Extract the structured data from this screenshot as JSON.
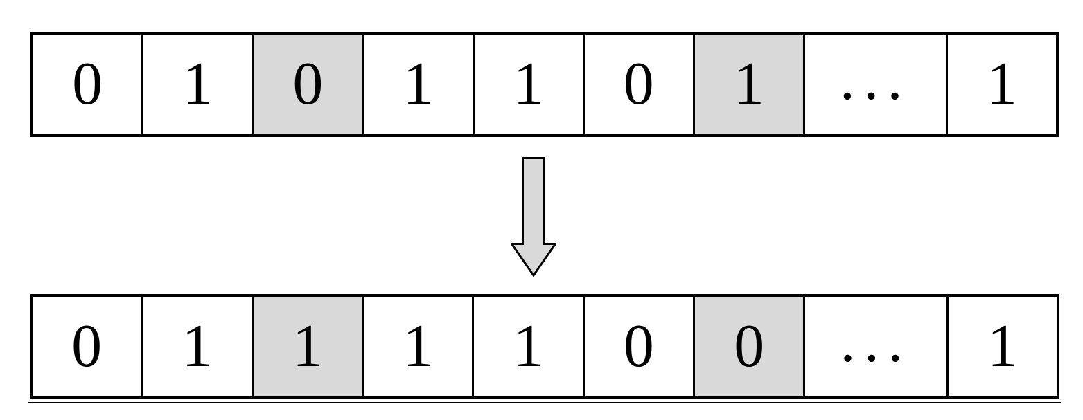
{
  "figure": {
    "description": "Bit-string mutation diagram: two shaded loci flip value between the upper and lower bit strings",
    "colors": {
      "background": "#ffffff",
      "border": "#000000",
      "text": "#000000",
      "highlight_fill": "#d9d9d9",
      "normal_fill": "#ffffff",
      "arrow_fill": "#d9d9d9",
      "arrow_stroke": "#000000"
    },
    "arrow": {
      "icon": "block-arrow-down-icon",
      "direction": "down"
    },
    "rows": [
      {
        "id": "before",
        "cells": [
          {
            "value": "0",
            "highlighted": false,
            "wide": false
          },
          {
            "value": "1",
            "highlighted": false,
            "wide": false
          },
          {
            "value": "0",
            "highlighted": true,
            "wide": false
          },
          {
            "value": "1",
            "highlighted": false,
            "wide": false
          },
          {
            "value": "1",
            "highlighted": false,
            "wide": false
          },
          {
            "value": "0",
            "highlighted": false,
            "wide": false
          },
          {
            "value": "1",
            "highlighted": true,
            "wide": false
          },
          {
            "value": "...",
            "highlighted": false,
            "wide": true
          },
          {
            "value": "1",
            "highlighted": false,
            "wide": false
          }
        ]
      },
      {
        "id": "after",
        "cells": [
          {
            "value": "0",
            "highlighted": false,
            "wide": false
          },
          {
            "value": "1",
            "highlighted": false,
            "wide": false
          },
          {
            "value": "1",
            "highlighted": true,
            "wide": false
          },
          {
            "value": "1",
            "highlighted": false,
            "wide": false
          },
          {
            "value": "1",
            "highlighted": false,
            "wide": false
          },
          {
            "value": "0",
            "highlighted": false,
            "wide": false
          },
          {
            "value": "0",
            "highlighted": true,
            "wide": false
          },
          {
            "value": "...",
            "highlighted": false,
            "wide": true
          },
          {
            "value": "1",
            "highlighted": false,
            "wide": false
          }
        ]
      }
    ]
  }
}
